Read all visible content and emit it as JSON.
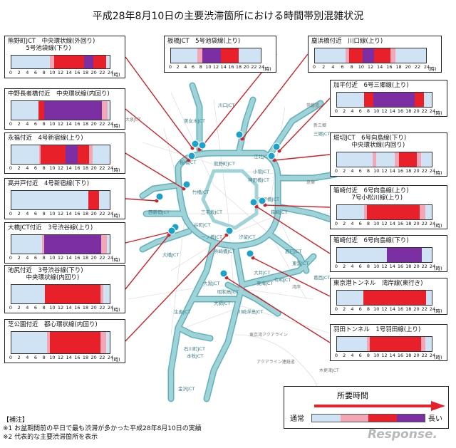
{
  "title": "平成28年8月10日の主要渋滞箇所における時間帯別混雑状況",
  "hour_ticks": [
    "0",
    "2",
    "4",
    "6",
    "8",
    "10",
    "12",
    "14",
    "16",
    "18",
    "20",
    "22",
    "24"
  ],
  "hour_unit": "(時)",
  "colors": {
    "normal": "#cfe3f5",
    "pink": "#f2a6b6",
    "red": "#e8202a",
    "purple": "#7b2fa3",
    "road": "#9fd3d8",
    "road_edge": "#5fb1bb",
    "callout": "#d0202a",
    "pin": "#1aa2c8"
  },
  "locations": [
    {
      "id": "kumanocho",
      "label": "熊野町JCT　中央環状線(外回り)\n　　　5号池袋線(下り)",
      "hours": "NNNNNNNNNNNNNNNNNNNNNNNNNNNNPPPRRRRRRRRRRRRRRRRRRRRRRUUUUUUURRRRRRRRRNNN"
    },
    {
      "id": "itabashi",
      "label": "板橋JCT　5号池袋線(上り)",
      "hours": "NNNNNNNNNNNNNNNNNNNNNPPPPUUUUUUUUUUUUUUURRRRRRRRRRRRRRNNNNNNNNNNNNNNNNNN"
    },
    {
      "id": "hamazaki",
      "label": "塵浜橋付近　川口線(上り)",
      "hours": "NNNNNNNNNNNNNNNNNNNNPPRRRRRRRRRUUUUUUURRRRRRRRRRRPPPNNNNNNNNNNNNNNNNNNNN"
    },
    {
      "id": "nakanochoja",
      "label": "中野長者橋付近　中央環状線(内回り)",
      "hours": "NNNNNNNNNNNNNNNNNNNNRRRRUUUUUUUUUUUUUUUUUUUUUUUUUUUUUUUUUUUUUUUUUUPPPPNN"
    },
    {
      "id": "kahei",
      "label": "加平付近　6号三郷線(上り)",
      "hours": "NNNNNNNNNNNNNNNNNNNNRRRRRRRUUUUUUUUUUUUUUUUUUUUUUUUUUUUUUURRRRRRRNNNNNN"
    },
    {
      "id": "nagafuku",
      "label": "永福付近　4号新宿線(上り)",
      "hours": "NNNNNNNNNNNNNNNNNNNNPRRRRRRRRRRRRRRRRRRUUUUUUUUURRRRRRRRPPPNNNNNNNNNNNN"
    },
    {
      "id": "horikiri",
      "label": "堀切JCT　6号向島線(下り)\n　　　中央環状線(内回り)",
      "hours": "NNNNNNNNNNNNNNNNNNNNNNNNNNNPPPNNNNNNNNNNNNNNPPPRRRRRRRRRRRRRRPPPNNNNNNNN"
    },
    {
      "id": "takaido",
      "label": "高井戸付近　4号新宿線(下り)",
      "hours": "NNNNNNNNNNNNNNNNNNNNNNNNNNNNNNNNNNNNNNNNNNNNNNNNNNNNNNNNRRRRRRRRNNNNNNNN"
    },
    {
      "id": "hakozaki1",
      "label": "箱崎付近　6号向島線(上り)\n　　　7号小松川線(上り)",
      "hours": "NNNNNNNNNNNNNNNNNNNNPPRRRRRRRRRRRRRRRRRRRRRRRRRRRRRRRRRRRRRRRPPPPNNNNN"
    },
    {
      "id": "ohashi",
      "label": "大橋JCT付近　3号渋谷線(上り)",
      "hours": "NNNNNNNNNNNNNNNNNNNNNNNPPUUUUUUUUUUUUUUUUUUUUUUUUUUUUUUUUUUUUUUUUUUUPPPPNN"
    },
    {
      "id": "hakozaki2",
      "label": "箱崎付近　6号向島線(下り)",
      "hours": "NNNNNNNNNNNNNNNNNNNNNNNNNNNNNNNNNNNNNNNNUUUUUUUUUUUUUUUUUUUUUUUUUUUUNNNNNNNN"
    },
    {
      "id": "ikejiri",
      "label": "池尻付近　3号渋谷線(下り)\n　　　中央環状線(内回り)",
      "hours": "NNNNNNNNNNNNNNNNNNNNNNNNNRRRRRRRRRRRRRRRRRRRRRRRRRRRRRRRRRRRRRRRRRPPNNNNN"
    },
    {
      "id": "tokyoport",
      "label": "東京港トンネル　湾岸線(東行き)",
      "hours": "NNNNNNNNNNNNNNNNNNNNRRRRRRRRRRRRRRRRRRRRRRRRRRRRRRRRRRRRRRRRRRRRRRRRNNNN"
    },
    {
      "id": "shibakoen",
      "label": "芝公園付近　都心環状線(内回り)",
      "hours": "NNNNNNNNNNNNNNNNNNNNNNNNNNPPRRRRRRRRRRRRRRRRRRRRRRRRRRRRRRRRRRRRRPPPPNNN"
    },
    {
      "id": "haneda",
      "label": "羽田トンネル　1号羽田線(上り)",
      "hours": "NNNNNNNNNNNNNNNNNNNNNNNPPRRRRRRRRRRRRRRRRRRRRRRRRRRRRRRRRRRRRRRRPPPNNNNN"
    }
  ],
  "legend": {
    "title": "所要時間",
    "normal": "通常",
    "long": "長い"
  },
  "notes": {
    "head": "【補注】",
    "n1": "※1 お盆期間前の平日で最も渋滞が多かった平成28年8月10日の実績",
    "n2": "※2 代表的な主要渋滞箇所を表示"
  },
  "watermark": "Response.",
  "map_labels": [
    {
      "t": "美女木JCT",
      "k": "jct"
    },
    {
      "t": "江北JCT",
      "k": "jct"
    },
    {
      "t": "川口JCT",
      "k": "jct"
    },
    {
      "t": "三郷JCT",
      "k": "jct"
    },
    {
      "t": "板橋JCT",
      "k": "jct"
    },
    {
      "t": "熊野町JCT",
      "k": "jct"
    },
    {
      "t": "小菅JCT",
      "k": "jct"
    },
    {
      "t": "神田橋JCT",
      "k": "jct"
    },
    {
      "t": "竹橋JCT",
      "k": "jct"
    },
    {
      "t": "西新宿JCT",
      "k": "jct"
    },
    {
      "t": "三宅坂JCT",
      "k": "jct"
    },
    {
      "t": "谷町JCT",
      "k": "jct"
    },
    {
      "t": "江戸橋JCT",
      "k": "jct"
    },
    {
      "t": "箱崎JCT",
      "k": "jct"
    },
    {
      "t": "浜崎橋JCT",
      "k": "jct"
    },
    {
      "t": "汐留JCT",
      "k": "jct"
    },
    {
      "t": "大橋JCT",
      "k": "jct"
    },
    {
      "t": "一ノ橋JCT",
      "k": "jct"
    },
    {
      "t": "大井JCT",
      "k": "jct"
    },
    {
      "t": "辰巳JCT",
      "k": "jct"
    },
    {
      "t": "東雲JCT",
      "k": "jct"
    },
    {
      "t": "有明JCT",
      "k": "jct"
    },
    {
      "t": "東海JCT",
      "k": "jct"
    },
    {
      "t": "大黒JCT",
      "k": "jct"
    },
    {
      "t": "昭和島JCT",
      "k": "jct"
    },
    {
      "t": "大師JCT",
      "k": "jct"
    },
    {
      "t": "川崎浮島JCT",
      "k": "jct"
    },
    {
      "t": "生麦JCT",
      "k": "jct"
    },
    {
      "t": "石川町JCT",
      "k": "jct"
    },
    {
      "t": "本牧JCT",
      "k": "jct"
    },
    {
      "t": "金沢JCT",
      "k": "jct"
    },
    {
      "t": "葛西JCT",
      "k": "jct"
    },
    {
      "t": "東京湾アクアライン",
      "k": "area"
    },
    {
      "t": "アクアライン連絡道",
      "k": "area"
    },
    {
      "t": "木更津JCT",
      "k": "area"
    },
    {
      "t": "新三郷",
      "k": "area"
    },
    {
      "t": "大泉JCT",
      "k": "area"
    },
    {
      "t": "常磐道",
      "k": "area"
    },
    {
      "t": "京葉",
      "k": "area"
    },
    {
      "t": "湾岸",
      "k": "area"
    }
  ]
}
